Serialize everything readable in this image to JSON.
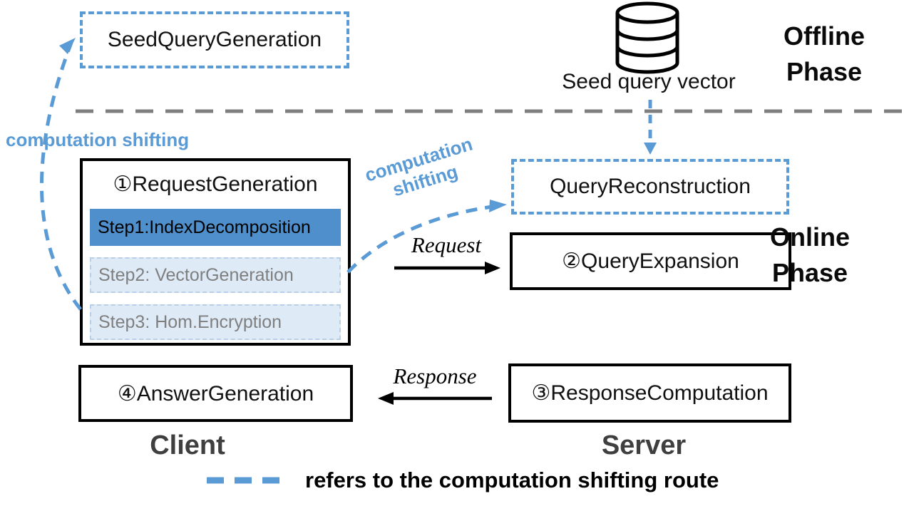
{
  "colors": {
    "accent_blue": "#5B9BD5",
    "step_active_bg": "#4E8FCC",
    "step_pending_bg": "#DEEAF6",
    "pending_text_gray": "#7F7F7F",
    "separator_gray": "#7F7F7F",
    "host_label_gray": "#3F3F3F"
  },
  "phases": {
    "offline": {
      "line1": "Offline",
      "line2": "Phase"
    },
    "online": {
      "line1": "Online",
      "line2": "Phase"
    }
  },
  "database": {
    "label": "Seed query vector",
    "icon": "database-cylinder-icon"
  },
  "boxes": {
    "seed_query_generation": {
      "label": "SeedQueryGeneration"
    },
    "query_reconstruction": {
      "label": "QueryReconstruction"
    },
    "request_generation": {
      "title": "①RequestGeneration",
      "steps": [
        {
          "label": "Step1:IndexDecomposition",
          "state": "active"
        },
        {
          "label": "Step2: VectorGeneration",
          "state": "pending"
        },
        {
          "label": "Step3: Hom.Encryption",
          "state": "pending"
        }
      ]
    },
    "query_expansion": {
      "label": "②QueryExpansion"
    },
    "answer_generation": {
      "label": "④AnswerGeneration"
    },
    "response_computation": {
      "label": "③ResponseComputation"
    }
  },
  "annotations": {
    "computation_shifting_left": "computation shifting",
    "computation_shifting_rotated_line1": "computation",
    "computation_shifting_rotated_line2": "shifting",
    "request": "Request",
    "response": "Response",
    "client": "Client",
    "server": "Server"
  },
  "legend": {
    "text": "refers to the computation shifting route"
  }
}
